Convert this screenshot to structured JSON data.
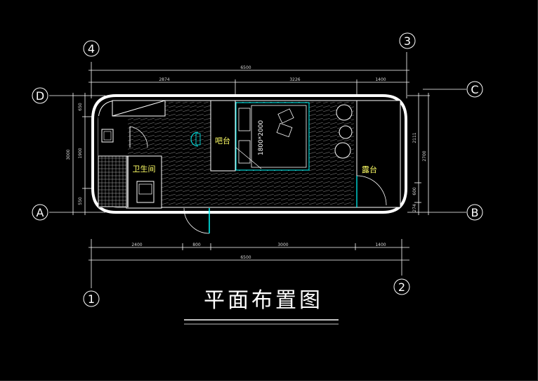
{
  "drawing": {
    "title": "平面布置图",
    "grid_labels": {
      "top_left": "4",
      "top_right": "3",
      "bottom_left": "1",
      "bottom_right": "2",
      "row_d": "D",
      "row_a": "A",
      "row_c": "C",
      "row_b": "B"
    },
    "rooms": {
      "bathroom": "卫生间",
      "bar": "吧台",
      "terrace": "露台",
      "bed": "1800*2000"
    },
    "dimensions": {
      "top_total": "6500",
      "top_seg1": "2874",
      "top_seg2": "3226",
      "top_seg3": "1400",
      "bottom_total": "6500",
      "bottom_seg1": "2400",
      "bottom_seg2": "800",
      "bottom_seg3": "3000",
      "bottom_seg4": "1400",
      "left_total": "3000",
      "left_seg1": "650",
      "left_seg2": "1900",
      "left_seg3": "550",
      "right_total": "2700",
      "right_seg1": "2111",
      "right_seg2": "600",
      "right_seg3": "274"
    },
    "colors": {
      "background": "#000000",
      "line_white": "#ffffff",
      "line_cyan": "#00ffff",
      "text_yellow": "#ffff66",
      "hatch_gray": "#7a7a7a"
    }
  }
}
